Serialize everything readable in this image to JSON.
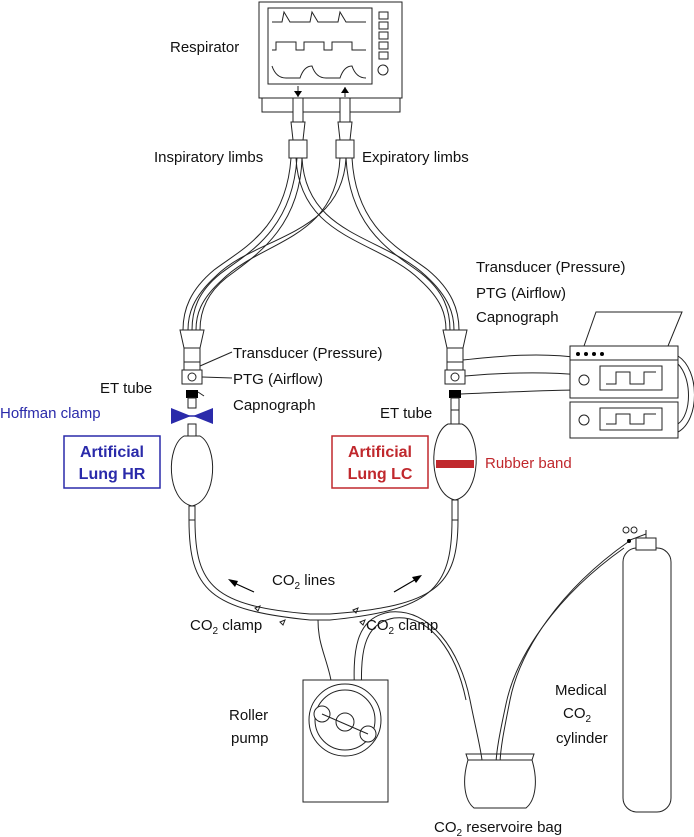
{
  "labels": {
    "respirator": "Respirator",
    "inspiratory_limbs": "Inspiratory limbs",
    "expiratory_limbs": "Expiratory limbs",
    "transducer_right": "Transducer (Pressure)",
    "ptg_right": "PTG (Airflow)",
    "capnograph_right": "Capnograph",
    "transducer_left": "Transducer (Pressure)",
    "ptg_left": "PTG (Airflow)",
    "capnograph_left": "Capnograph",
    "et_tube_left": "ET tube",
    "et_tube_right": "ET tube",
    "hoffman_clamp": "Hoffman clamp",
    "artificial_lung_hr_line1": "Artificial",
    "artificial_lung_hr_line2": "Lung HR",
    "artificial_lung_lc_line1": "Artificial",
    "artificial_lung_lc_line2": "Lung LC",
    "rubber_band": "Rubber band",
    "co2_lines_prefix": "CO",
    "co2_lines_sub": "2",
    "co2_lines_suffix": " lines",
    "co2_clamp_left_prefix": "CO",
    "co2_clamp_left_sub": "2",
    "co2_clamp_left_suffix": " clamp",
    "co2_clamp_right_prefix": "CO",
    "co2_clamp_right_sub": "2",
    "co2_clamp_right_suffix": " clamp",
    "roller_line1": "Roller",
    "roller_line2": "pump",
    "medical_line1": "Medical",
    "medical_co2_prefix": "CO",
    "medical_co2_sub": "2",
    "medical_line3": "cylinder",
    "reservoir_prefix": "CO",
    "reservoir_sub": "2",
    "reservoir_suffix": " reservoire bag"
  },
  "colors": {
    "hr_accent": "#2a2aaa",
    "lc_accent": "#c0282d",
    "line": "#222222"
  }
}
